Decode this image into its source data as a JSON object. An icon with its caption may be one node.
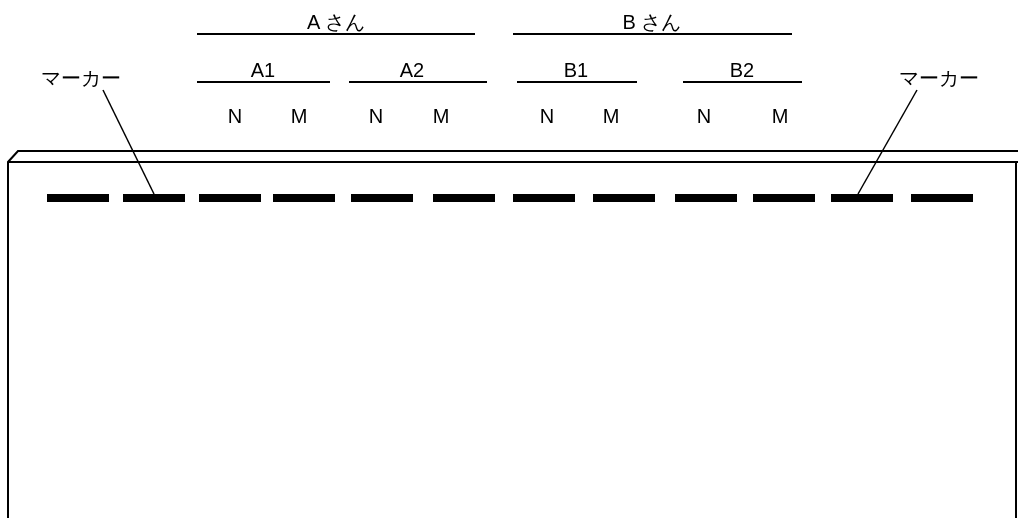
{
  "diagram": {
    "nodes": [
      {
        "text": [
          "マーカー"
        ]
      },
      {
        "text": [
          "マーカー"
        ]
      },
      {
        "text": [],
        "shape": "box"
      },
      {
        "text": [],
        "shape": "bar",
        "in": 2
      },
      {
        "text": [],
        "shape": "bar",
        "in": 2
      },
      {
        "text": [],
        "shape": "bar",
        "in": 2
      },
      {
        "text": [],
        "shape": "bar",
        "in": 2
      },
      {
        "text": [],
        "shape": "bar",
        "in": 2
      },
      {
        "text": [],
        "shape": "bar",
        "in": 2
      },
      {
        "text": [],
        "shape": "bar",
        "in": 2
      },
      {
        "text": [],
        "shape": "bar",
        "in": 2
      },
      {
        "text": [],
        "shape": "bar",
        "in": 2
      },
      {
        "text": [],
        "shape": "bar",
        "in": 2
      },
      {
        "text": [],
        "shape": "bar",
        "in": 2
      },
      {
        "text": [],
        "shape": "bar",
        "in": 2
      }
    ],
    "edges": [
      {
        "from": 0,
        "to": 4,
        "arrow": "none"
      },
      {
        "from": 1,
        "to": 13,
        "arrow": "none"
      }
    ],
    "labels": [
      "A さん",
      "B さん",
      "A1",
      "A2",
      "B1",
      "B2",
      "N",
      "M",
      "N",
      "M",
      "N",
      "M",
      "N",
      "M"
    ]
  }
}
